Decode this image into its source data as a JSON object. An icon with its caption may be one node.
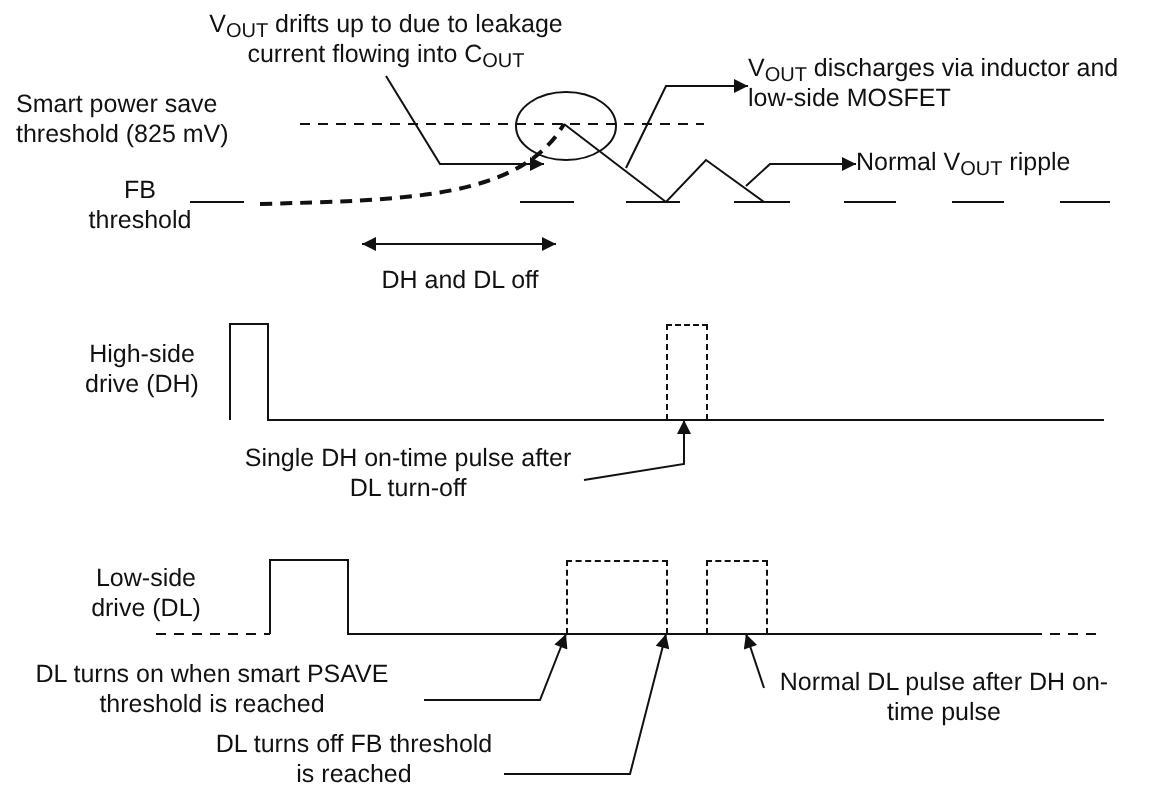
{
  "diagram": {
    "nodes": [
      {
        "text": [
          "V$_{OUT}$ drifts up to due to leakage current flowing into C$_{OUT}$"
        ]
      },
      {
        "text": [
          "V$_{OUT}$ discharges via inductor and low-side MOSFET"
        ]
      },
      {
        "text": [
          "Normal V$_{OUT}$ ripple"
        ]
      },
      {
        "text": [
          "Single DH on-time pulse after DL turn-off"
        ]
      },
      {
        "text": [
          "DL turns on when smart PSAVE threshold is reached"
        ]
      },
      {
        "text": [
          "DL turns off FB threshold is reached"
        ]
      },
      {
        "text": [
          "Normal DL pulse after DH on-time pulse"
        ]
      },
      {
        "text": [],
        "shape": "box"
      },
      {
        "text": [],
        "shape": "box"
      },
      {
        "text": [],
        "shape": "box"
      }
    ],
    "edges": [
      {
        "from": 0,
        "to": null,
        "arrow": "to"
      },
      {
        "from": null,
        "to": 1,
        "arrow": "to"
      },
      {
        "from": null,
        "to": 2,
        "arrow": "to"
      },
      {
        "from": 3,
        "to": 7,
        "arrow": "to"
      },
      {
        "from": 4,
        "to": 8,
        "arrow": "to"
      },
      {
        "from": 5,
        "to": 8,
        "arrow": "to"
      },
      {
        "from": 6,
        "to": 9,
        "arrow": "to"
      }
    ],
    "labels": [
      "Smart power save threshold (825 mV)",
      "FB threshold",
      "DH and DL off",
      "High-side drive (DH)",
      "Low-side drive (DL)"
    ]
  }
}
